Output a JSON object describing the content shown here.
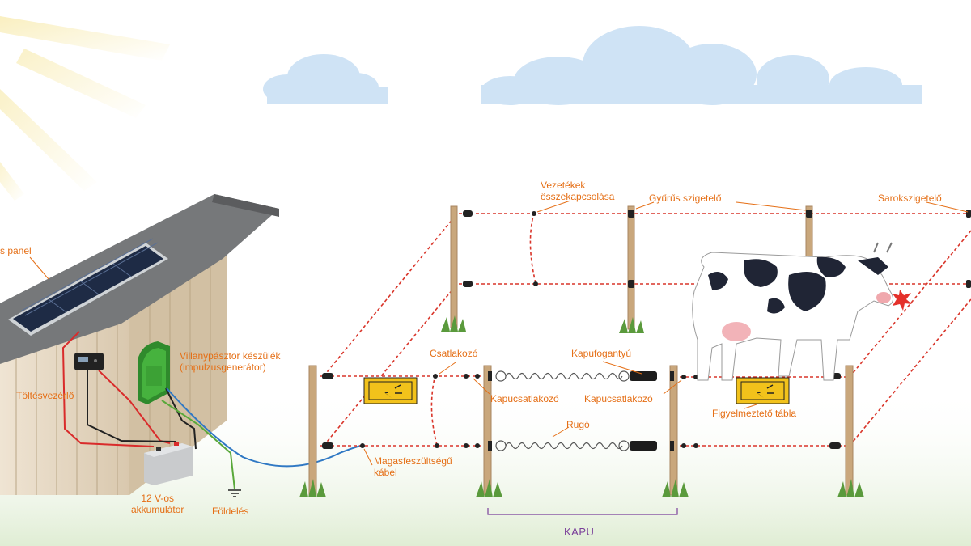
{
  "labels": {
    "solar_panel": "s panel",
    "charge_controller": "Töltésvezérlő",
    "energizer_line1": "Villanypásztor készülék",
    "energizer_line2": "(impulzusgenerátor)",
    "battery_line1": "12 V-os",
    "battery_line2": "akkumulátor",
    "grounding": "Földelés",
    "hv_cable_line1": "Magasfeszültségű",
    "hv_cable_line2": "kábel",
    "connector": "Csatlakozó",
    "gate_connector_1": "Kapucsatlakozó",
    "gate_connector_2": "Kapucsatlakozó",
    "gate_handle": "Kapufogantyú",
    "spring": "Rugó",
    "wire_joint_line1": "Vezetékek",
    "wire_joint_line2": "összekapcsolása",
    "ring_insulator": "Gyűrűs szigetelő",
    "corner_insulator": "Sarokszigetelő",
    "warning_sign": "Figyelmeztető tábla",
    "gate": "KAPU"
  },
  "colors": {
    "label": "#e56f16",
    "gate_label": "#7a3f9a",
    "fence_wire": "#d9352a",
    "cable_blue": "#2f78c4",
    "cable_green": "#59a83a",
    "cable_red": "#d92b2b",
    "post": "#c9a77c",
    "energizer": "#3aa035",
    "warning_sign": "#f2c21b",
    "roof": "#6f7071",
    "wall": "#e4d6c2",
    "sky": "#d8eaf7",
    "grass_tint": "#e8f2dd"
  }
}
